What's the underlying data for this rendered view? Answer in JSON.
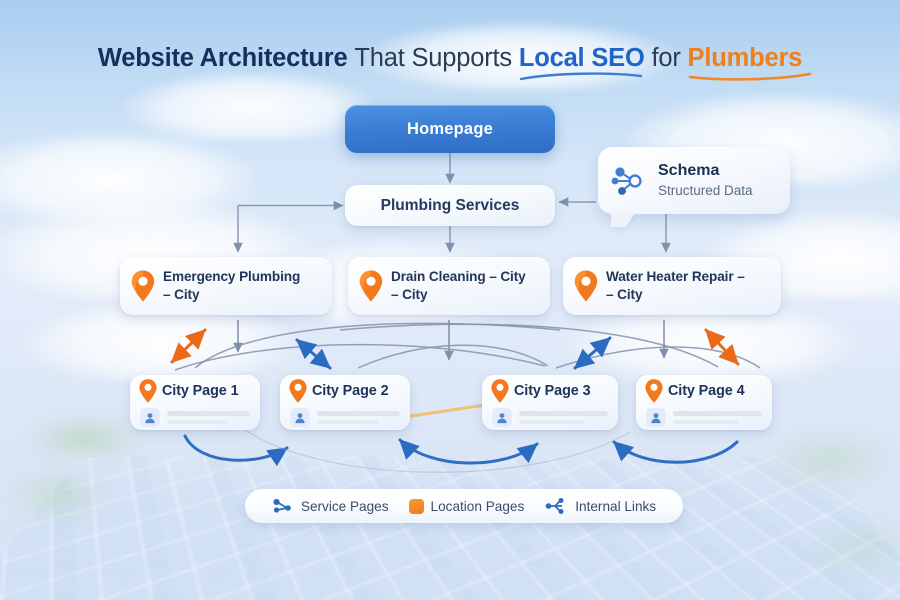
{
  "title": {
    "part1": "Website Architecture",
    "part2": "That Supports",
    "part3": "Local SEO",
    "part4": "for",
    "part5": "Plumbers"
  },
  "nodes": {
    "homepage": {
      "label": "Homepage"
    },
    "services": {
      "label": "Plumbing Services"
    },
    "schema": {
      "title": "Schema",
      "subtitle": "Structured Data",
      "icon": "schema-network-icon"
    }
  },
  "service_pages": [
    {
      "label": "Emergency Plumbing – City",
      "line1": "Emergency Plumbing",
      "line2": "– City",
      "icon": "map-pin-icon"
    },
    {
      "label": "Drain Cleaning – City",
      "line1": "Drain Cleaning – City",
      "line2": "– City",
      "icon": "map-pin-icon"
    },
    {
      "label": "Water Heater Repair – City",
      "line1": "Water Heater Repair –",
      "line2": "– City",
      "icon": "map-pin-icon"
    }
  ],
  "city_pages": [
    {
      "label": "City Page 1",
      "icon": "map-pin-icon",
      "avatar": "person-icon"
    },
    {
      "label": "City Page 2",
      "icon": "map-pin-icon",
      "avatar": "person-icon"
    },
    {
      "label": "City Page 3",
      "icon": "map-pin-icon",
      "avatar": "person-icon"
    },
    {
      "label": "City Page 4",
      "icon": "map-pin-icon",
      "avatar": "person-icon"
    }
  ],
  "legend": [
    {
      "label": "Service Pages",
      "icon": "node-network-icon",
      "color": "#2b6cb8"
    },
    {
      "label": "Location Pages",
      "icon": "orange-square-icon",
      "color": "#f4791c"
    },
    {
      "label": "Internal Links",
      "icon": "internal-links-icon",
      "color": "#2b6cb8"
    }
  ],
  "colors": {
    "brand_blue": "#1f64c8",
    "brand_orange": "#f07f1a",
    "node_blue": "#2f6dc6",
    "pin_orange": "#f4791c",
    "link_gray": "#8a9ab4",
    "link_blue": "#2e6fc4",
    "link_orange": "#ea6a18",
    "title_navy": "#16305e"
  }
}
